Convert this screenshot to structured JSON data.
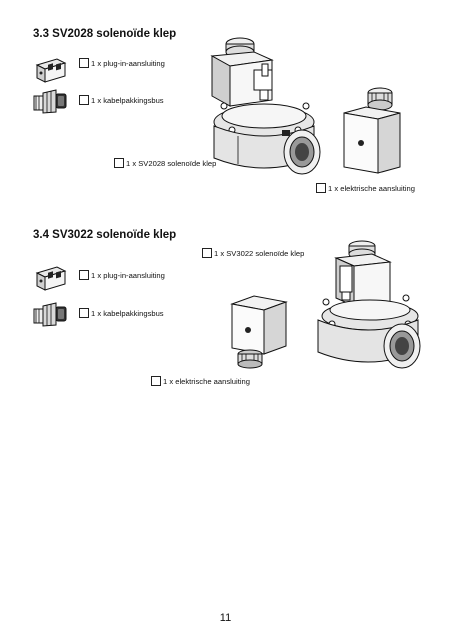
{
  "section_33": {
    "title": "3.3 SV2028 solenoïde klep",
    "items": {
      "plug": "1 x plug-in-aansluiting",
      "gland": "1 x kabelpakkingsbus",
      "valve": "1 x SV2028 solenoïde klep",
      "electrical": "1 x elektrische aansluiting"
    }
  },
  "section_34": {
    "title": "3.4 SV3022 solenoïde klep",
    "items": {
      "valve": "1 x SV3022 solenoïde klep",
      "plug": "1 x plug-in-aansluiting",
      "gland": "1 x kabelpakkingsbus",
      "electrical": "1 x elektrische aansluiting"
    }
  },
  "page_number": "11"
}
